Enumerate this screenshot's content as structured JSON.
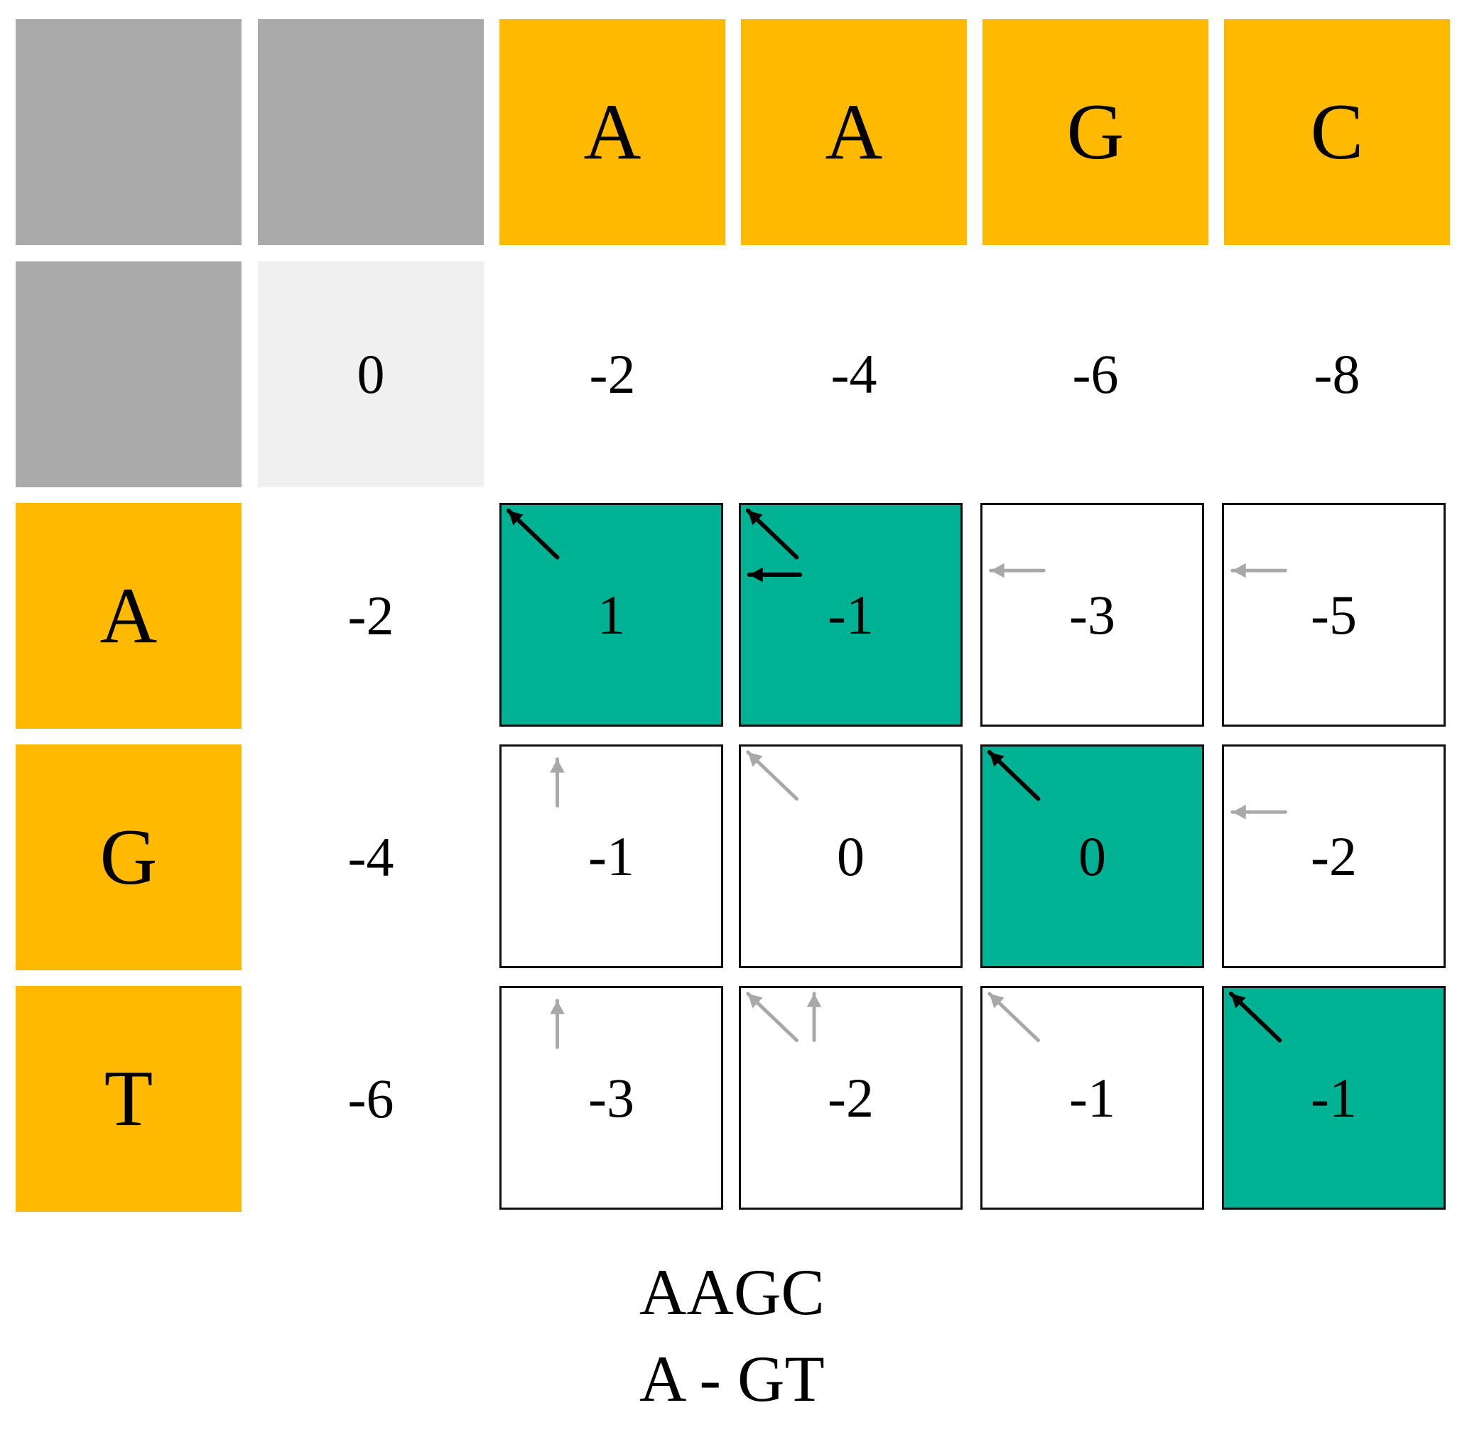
{
  "colors": {
    "header": "#FFBA00",
    "corner": "#AAAAAA",
    "origin": "#F0F0F0",
    "path": "#00B294",
    "cell": "#FFFFFF",
    "arrow_main": "#000000",
    "arrow_alt": "#A8A8A8"
  },
  "top_sequence": [
    "A",
    "A",
    "G",
    "C"
  ],
  "left_sequence": [
    "A",
    "G",
    "T"
  ],
  "origin_value": "0",
  "first_row": [
    "-2",
    "-4",
    "-6",
    "-8"
  ],
  "first_col": [
    "-2",
    "-4",
    "-6"
  ],
  "matrix": [
    [
      {
        "value": "1",
        "path": true,
        "arrows": [
          {
            "dir": "diag",
            "style": "main"
          }
        ]
      },
      {
        "value": "-1",
        "path": true,
        "arrows": [
          {
            "dir": "diag",
            "style": "main"
          },
          {
            "dir": "left",
            "style": "main"
          }
        ]
      },
      {
        "value": "-3",
        "path": false,
        "arrows": [
          {
            "dir": "left",
            "style": "alt"
          }
        ]
      },
      {
        "value": "-5",
        "path": false,
        "arrows": [
          {
            "dir": "left",
            "style": "alt"
          }
        ]
      }
    ],
    [
      {
        "value": "-1",
        "path": false,
        "arrows": [
          {
            "dir": "up",
            "style": "alt"
          }
        ]
      },
      {
        "value": "0",
        "path": false,
        "arrows": [
          {
            "dir": "diag",
            "style": "alt"
          }
        ]
      },
      {
        "value": "0",
        "path": true,
        "arrows": [
          {
            "dir": "diag",
            "style": "main"
          }
        ]
      },
      {
        "value": "-2",
        "path": false,
        "arrows": [
          {
            "dir": "left",
            "style": "alt"
          }
        ]
      }
    ],
    [
      {
        "value": "-3",
        "path": false,
        "arrows": [
          {
            "dir": "up",
            "style": "alt"
          }
        ]
      },
      {
        "value": "-2",
        "path": false,
        "arrows": [
          {
            "dir": "diag",
            "style": "alt"
          },
          {
            "dir": "up",
            "style": "alt"
          }
        ]
      },
      {
        "value": "-1",
        "path": false,
        "arrows": [
          {
            "dir": "diag",
            "style": "alt"
          }
        ]
      },
      {
        "value": "-1",
        "path": true,
        "arrows": [
          {
            "dir": "diag",
            "style": "main"
          }
        ]
      }
    ]
  ],
  "alignment": {
    "line1": "AAGC",
    "line2": "A - GT"
  }
}
